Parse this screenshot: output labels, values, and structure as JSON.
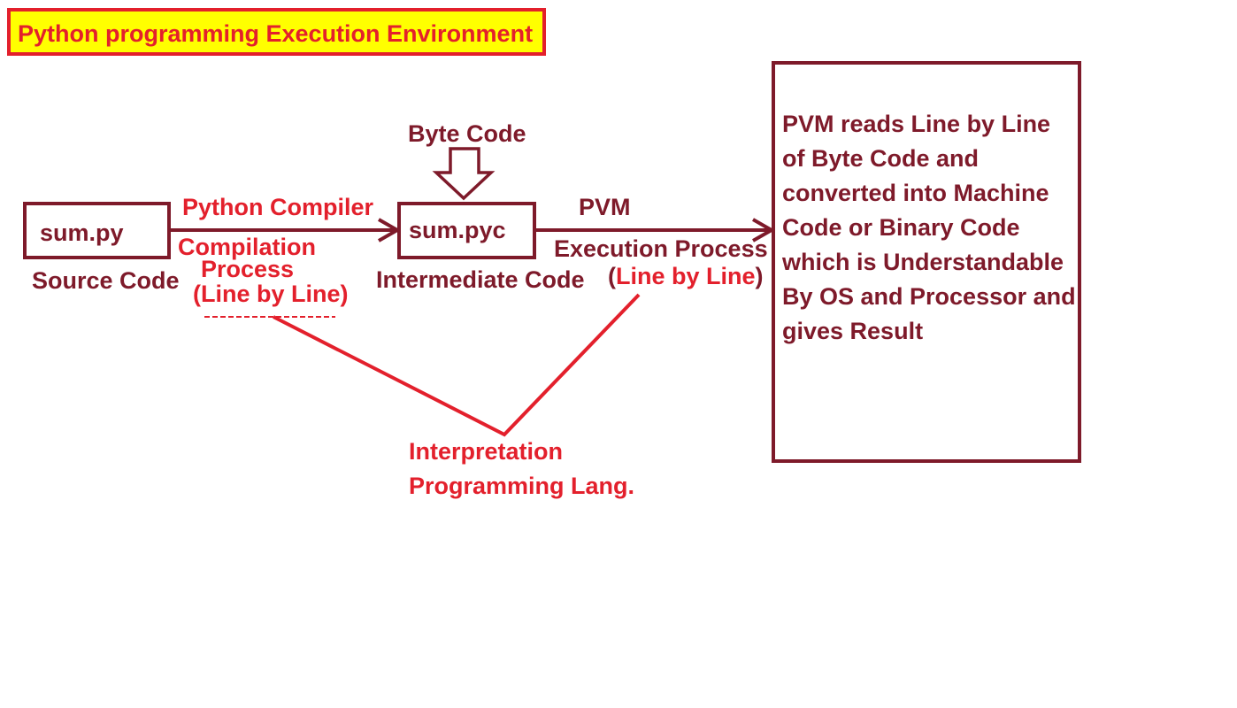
{
  "title": "Python programming Execution Environment",
  "source_file": "sum.py",
  "source_label": "Source Code",
  "compiler_label": "Python Compiler",
  "compilation_line1": "Compilation",
  "compilation_line2": "Process",
  "compilation_line3": "(Line by Line)",
  "byte_code_label": "Byte Code",
  "intermediate_file": "sum.pyc",
  "intermediate_label": "Intermediate Code",
  "pvm_label": "PVM",
  "execution_label": "Execution Process",
  "execution_paren_open": "(",
  "execution_line_by_line": "Line by Line",
  "execution_paren_close": ")",
  "interpretation_line1": "Interpretation",
  "interpretation_line2": "Programming Lang.",
  "pvm_description_lines": [
    "PVM reads Line by Line",
    "of Byte Code and",
    "converted into Machine",
    "Code or Binary Code",
    "which is Understandable",
    "By OS and Processor and",
    "gives Result"
  ],
  "colors": {
    "dark_red": "#7e1a2a",
    "red": "#e3202c",
    "title_background": "#ffff00"
  }
}
